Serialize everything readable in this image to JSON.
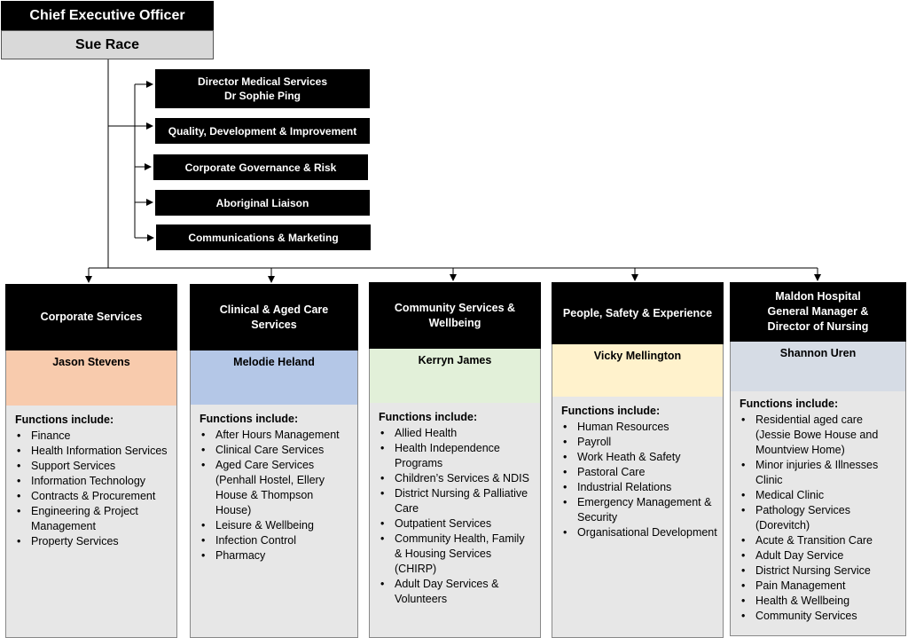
{
  "ceo": {
    "title": "Chief Executive Officer",
    "name": "Sue Race"
  },
  "staff_roles": [
    {
      "line1": "Director Medical Services",
      "line2": "Dr Sophie Ping"
    },
    {
      "line1": "Quality, Development & Improvement"
    },
    {
      "line1": "Corporate Governance & Risk"
    },
    {
      "line1": "Aboriginal Liaison"
    },
    {
      "line1": "Communications & Marketing"
    }
  ],
  "functions_label": "Functions include:",
  "divisions": [
    {
      "title_lines": [
        "Corporate Services"
      ],
      "lead": "Jason Stevens",
      "color": "#f8cbad",
      "functions": [
        "Finance",
        "Health Information Services",
        "Support Services",
        "Information Technology",
        "Contracts & Procurement",
        "Engineering & Project Management",
        "Property Services"
      ]
    },
    {
      "title_lines": [
        "Clinical & Aged Care",
        "Services"
      ],
      "lead": "Melodie Heland",
      "color": "#b4c7e7",
      "functions": [
        "After Hours Management",
        "Clinical Care Services",
        "Aged Care Services (Penhall Hostel, Ellery House & Thompson House)",
        "Leisure & Wellbeing",
        "Infection Control",
        "Pharmacy"
      ]
    },
    {
      "title_lines": [
        "Community Services &",
        "Wellbeing"
      ],
      "lead": "Kerryn James",
      "color": "#e2f0d9",
      "functions": [
        "Allied Health",
        "Health Independence Programs",
        "Children’s Services & NDIS",
        "District Nursing & Palliative Care",
        "Outpatient Services",
        "Community Health, Family & Housing Services (CHIRP)",
        "Adult Day Services & Volunteers"
      ]
    },
    {
      "title_lines": [
        "People, Safety & Experience"
      ],
      "lead": "Vicky Mellington",
      "color": "#fff2cc",
      "functions": [
        "Human Resources",
        "Payroll",
        "Work Heath & Safety",
        "Pastoral Care",
        "Industrial Relations",
        "Emergency Management & Security",
        "Organisational Development"
      ]
    },
    {
      "title_lines": [
        "Maldon Hospital",
        "General Manager &",
        "Director of Nursing"
      ],
      "lead": "Shannon Uren",
      "color": "#d6dce5",
      "functions": [
        "Residential aged care (Jessie Bowe House and Mountview Home)",
        "Minor injuries & Illnesses Clinic",
        "Medical Clinic",
        "Pathology Services (Dorevitch)",
        "Acute & Transition Care",
        "Adult Day Service",
        "District Nursing Service",
        "Pain Management",
        "Health & Wellbeing",
        "Community Services"
      ]
    }
  ]
}
